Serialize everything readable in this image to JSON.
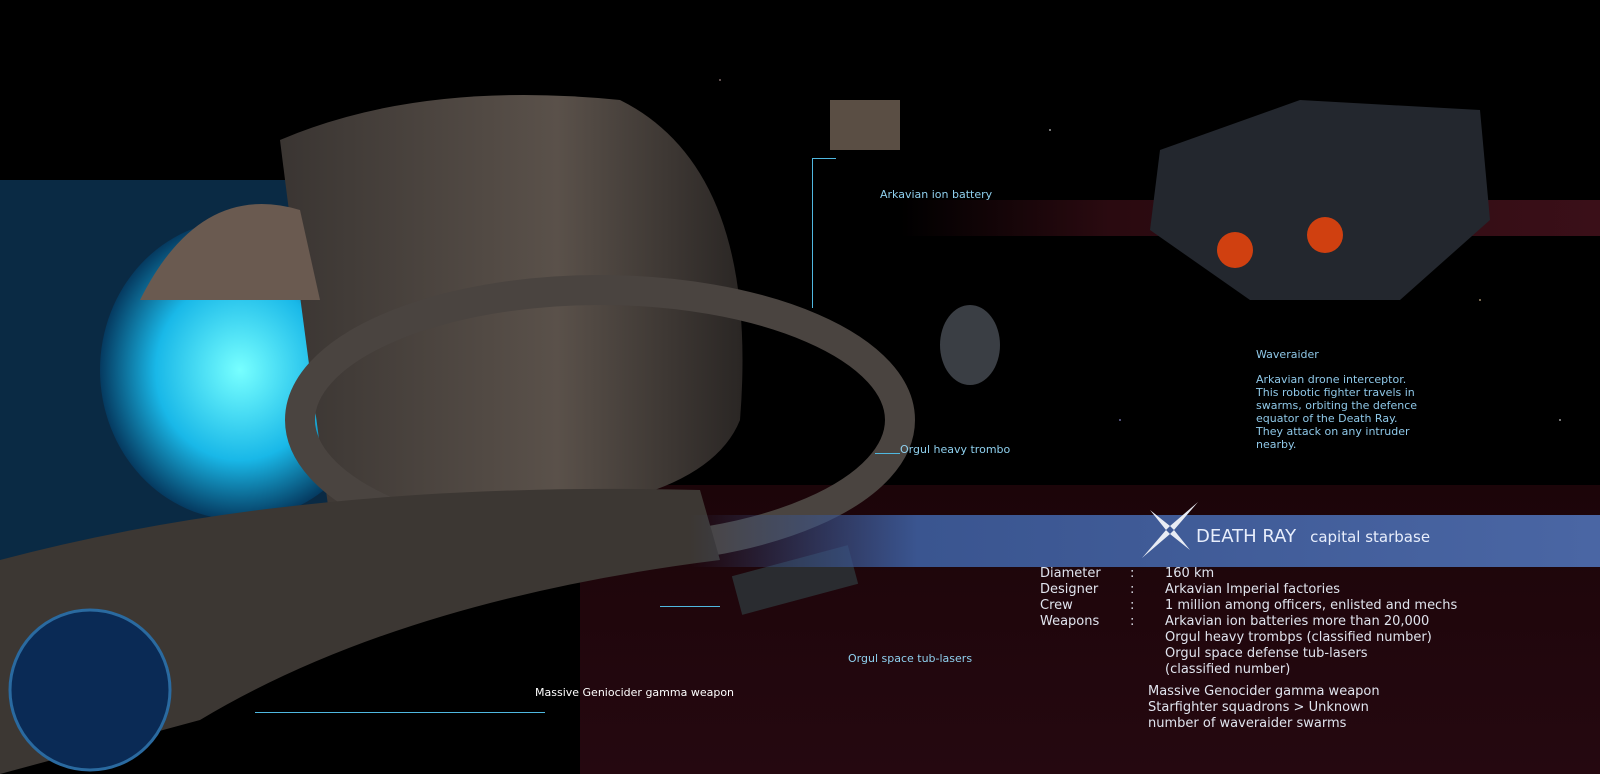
{
  "labels": {
    "ion_battery": "Arkavian ion battery",
    "heavy_trombo": "Orgul heavy trombo",
    "tub_lasers": "Orgul space tub-lasers",
    "gamma_weapon": "Massive Geniocider gamma weapon"
  },
  "waveraider": {
    "name": "Waveraider",
    "description": "Arkavian  drone interceptor. This robotic fighter travels in swarms, orbiting the defence equator of the Death Ray. They attack on any intruder nearby."
  },
  "header": {
    "title": "DEATH RAY",
    "subtitle": "capital starbase"
  },
  "specs": [
    {
      "key": "Diameter",
      "value": "160 km"
    },
    {
      "key": "Designer",
      "value": "Arkavian Imperial factories"
    },
    {
      "key": "Crew",
      "value": "1 million among officers, enlisted and mechs"
    },
    {
      "key": "Weapons",
      "value": "Arkavian ion batteries more than 20,000"
    }
  ],
  "weapons_more": [
    "Orgul heavy trombps (classified number)",
    "Orgul space defense tub-lasers",
    "(classified number)"
  ],
  "extra": [
    "Massive Genocider gamma weapon",
    "Starfighter squadrons > Unknown",
    "number of waveraider swarms"
  ],
  "separator": ":"
}
